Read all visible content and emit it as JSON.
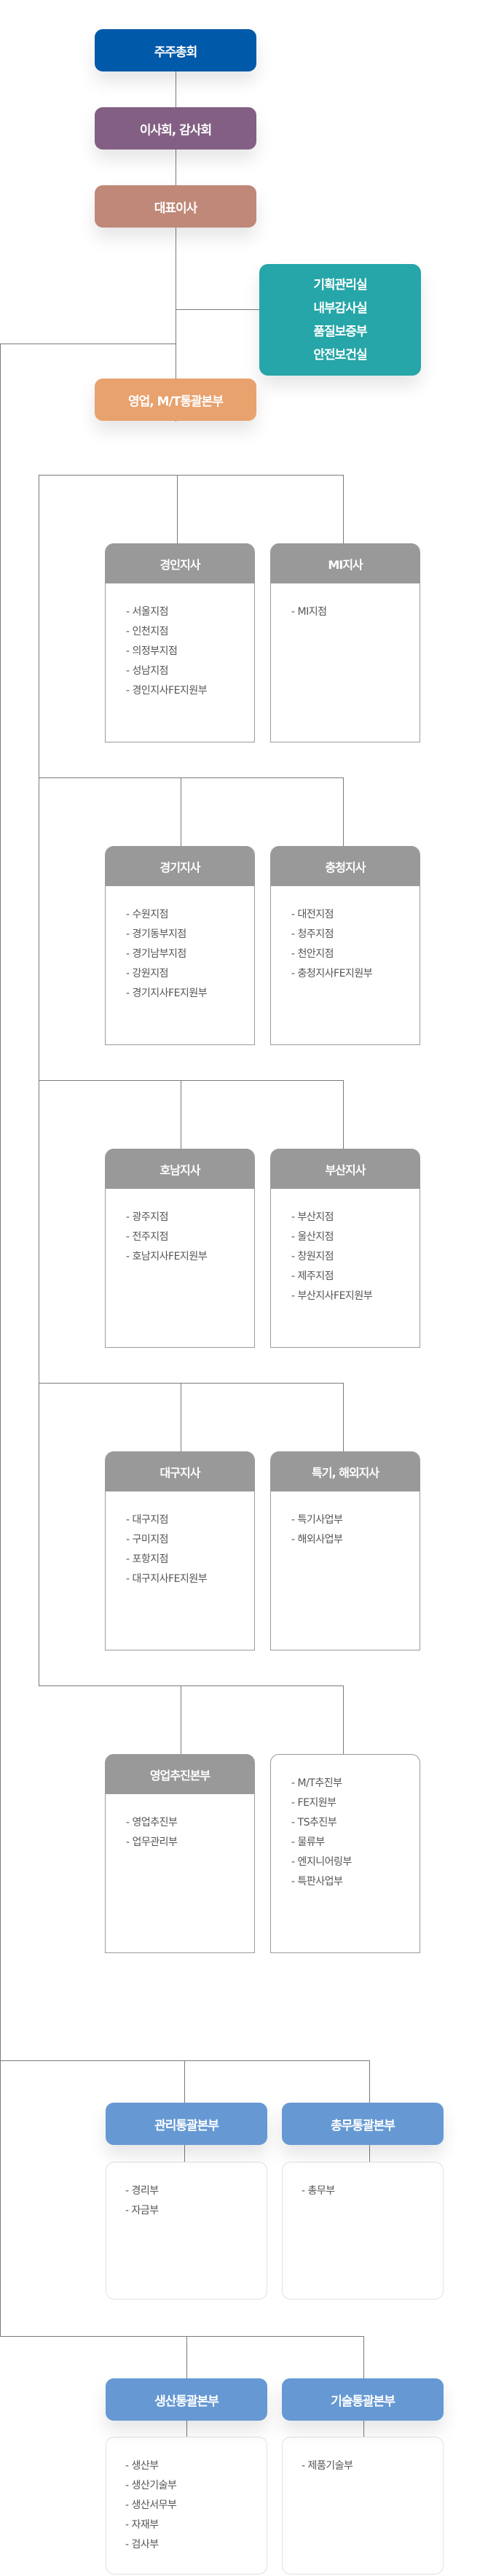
{
  "top_boxes": [
    {
      "label": "주주총회",
      "color": "#0059a9"
    },
    {
      "label": "이사회, 감사회",
      "color": "#836083"
    },
    {
      "label": "대표이사",
      "color": "#c08878"
    }
  ],
  "staff_offices": [
    "기획관리실",
    "내부감사실",
    "품질보증부",
    "안전보건실"
  ],
  "sales_hq": {
    "label": "영업, M/T통괄본부",
    "color": "#e8a26e"
  },
  "branch_rows": [
    [
      {
        "title": "경인지사",
        "items": [
          "서울지점",
          "인천지점",
          "의정부지점",
          "성남지점",
          "경인지사FE지원부"
        ]
      },
      {
        "title": "MI지사",
        "items": [
          "MI지점"
        ]
      }
    ],
    [
      {
        "title": "경기지사",
        "items": [
          "수원지점",
          "경기동부지점",
          "경기남부지점",
          "강원지점",
          "경기지사FE지원부"
        ]
      },
      {
        "title": "충청지사",
        "items": [
          "대전지점",
          "청주지점",
          "천안지점",
          "충청지사FE지원부"
        ]
      }
    ],
    [
      {
        "title": "호남지사",
        "items": [
          "광주지점",
          "전주지점",
          "호남지사FE지원부"
        ]
      },
      {
        "title": "부산지사",
        "items": [
          "부산지점",
          "울산지점",
          "창원지점",
          "제주지점",
          "부산지사FE지원부"
        ]
      }
    ],
    [
      {
        "title": "대구지사",
        "items": [
          "대구지점",
          "구미지점",
          "포항지점",
          "대구지사FE지원부"
        ]
      },
      {
        "title": "특기, 해외지사",
        "items": [
          "특기사업부",
          "해외사업부"
        ]
      }
    ],
    [
      {
        "title": "영업추진본부",
        "items": [
          "영업추진부",
          "업무관리부"
        ]
      },
      {
        "title": null,
        "items": [
          "M/T추진부",
          "FE지원부",
          "TS추진부",
          "물류부",
          "엔지니어링부",
          "특판사업부"
        ]
      }
    ]
  ],
  "division_rows": [
    [
      {
        "title": "관리통괄본부",
        "items": [
          "경리부",
          "자금부"
        ]
      },
      {
        "title": "총무통괄본부",
        "items": [
          "총무부"
        ]
      }
    ],
    [
      {
        "title": "생산통괄본부",
        "items": [
          "생산부",
          "생산기술부",
          "생산서무부",
          "자재부",
          "검사부"
        ]
      },
      {
        "title": "기술통괄본부",
        "items": [
          "제품기술부"
        ]
      }
    ]
  ]
}
